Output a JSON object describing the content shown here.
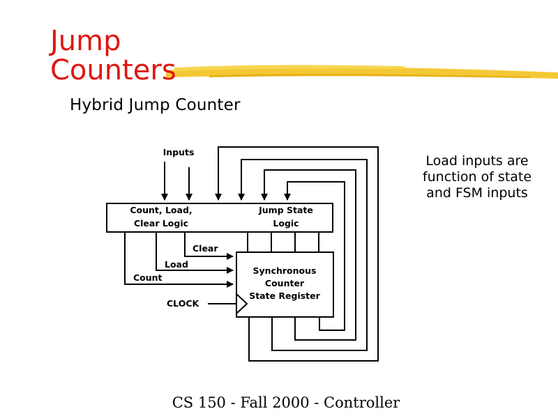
{
  "slide": {
    "title_line1": "Jump",
    "title_line2": "Counters",
    "subtitle": "Hybrid Jump Counter",
    "note_line1": "Load inputs are",
    "note_line2": "function of state",
    "note_line3": "and FSM inputs",
    "footer": "CS 150 - Fall 2000 - Controller"
  },
  "diagram": {
    "inputs_label": "Inputs",
    "logic_left_line1": "Count, Load,",
    "logic_left_line2": "Clear Logic",
    "logic_right_line1": "Jump State",
    "logic_right_line2": "Logic",
    "clear_label": "Clear",
    "load_label": "Load",
    "count_label": "Count",
    "clock_label": "CLOCK",
    "register_line1": "Synchronous",
    "register_line2": "Counter",
    "register_line3": "State Register"
  },
  "colors": {
    "title": "#e0150f",
    "highlight_stroke": "#f2c21b"
  }
}
